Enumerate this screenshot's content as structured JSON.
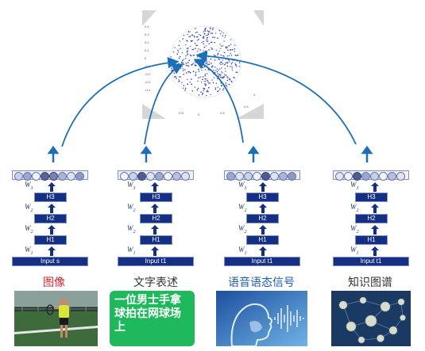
{
  "modalities": [
    {
      "label": "图像",
      "label_color": "#d3262b",
      "input": "Input s"
    },
    {
      "label": "文字表述",
      "label_color": "#333333",
      "input": "Input t1"
    },
    {
      "label": "语音语态信号",
      "label_color": "#1f5fa8",
      "input": "Input t1"
    },
    {
      "label": "知识图谱",
      "label_color": "#333333",
      "input": "Input t1"
    }
  ],
  "layers": {
    "h3": "H3",
    "h2": "H2",
    "h1": "H1"
  },
  "weights": {
    "w3": "W",
    "w3_sub": "3",
    "w2": "W",
    "w2_sub": "2",
    "w1": "W",
    "w1_sub": "1"
  },
  "text_card": "一位男士手拿球拍在网球场上",
  "colors": {
    "accent": "#152f82",
    "arrow": "#1c6fb6",
    "text_card_bg": "#1fb85c"
  }
}
